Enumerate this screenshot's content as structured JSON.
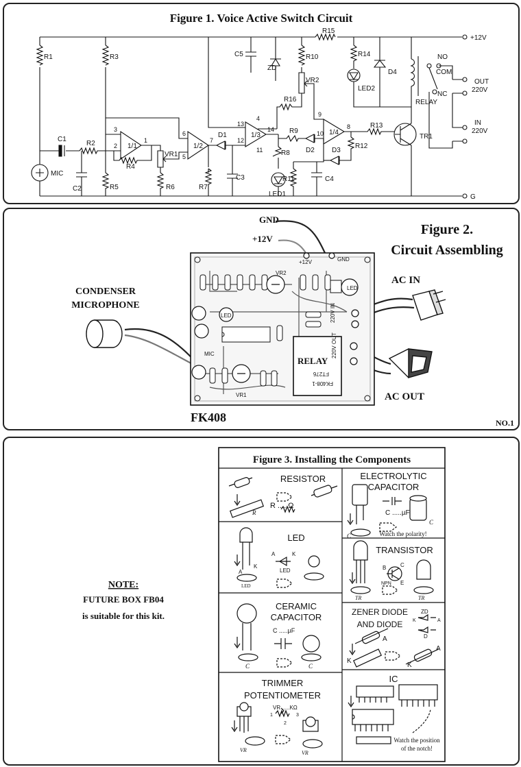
{
  "figure1": {
    "title": "Figure 1. Voice Active Switch Circuit",
    "supply_label": "+12V",
    "ground_label": "G",
    "labels": {
      "r1": "R1",
      "r2": "R2",
      "r3": "R3",
      "r4": "R4",
      "r5": "R5",
      "r6": "R6",
      "r7": "R7",
      "r8": "R8",
      "r9": "R9",
      "r10": "R10",
      "r11": "R11",
      "r12": "R12",
      "r13": "R13",
      "r14": "R14",
      "r15": "R15",
      "r16": "R16",
      "c1": "C1",
      "c2": "C2",
      "c3": "C3",
      "c4": "C4",
      "c5": "C5",
      "d1": "D1",
      "d2": "D2",
      "d3": "D3",
      "d4": "D4",
      "zd": "ZD",
      "vr1": "VR1",
      "vr2": "VR2",
      "led1": "LED1",
      "led2": "LED2",
      "tr1": "TR1",
      "mic": "MIC",
      "relay": "RELAY",
      "no": "NO",
      "com": "COM",
      "nc": "NC",
      "out": "OUT",
      "out_v": "220V",
      "in": "IN",
      "in_v": "220V",
      "ic1": "1/1",
      "ic2": "1/2",
      "ic3": "1/3",
      "ic4": "1/4",
      "pins": [
        "3",
        "2",
        "1",
        "6",
        "5",
        "7",
        "13",
        "12",
        "4",
        "11",
        "14",
        "9",
        "10",
        "8"
      ]
    }
  },
  "figure2": {
    "title_line1": "Figure 2.",
    "title_line2": "Circuit Assembling",
    "gnd": "GND",
    "plus12v": "+12V",
    "mic_line1": "CONDENSER",
    "mic_line2": "MICROPHONE",
    "ac_in": "AC IN",
    "ac_out": "AC OUT",
    "model": "FK408",
    "sheet": "NO.1",
    "board": {
      "relay": "RELAY",
      "vr1": "VR1",
      "vr2": "VR2",
      "led": "LED",
      "mic": "MIC",
      "pad_12v": "+12V",
      "pad_gnd": "GND",
      "in220": "220V IN",
      "out220": "220V OUT",
      "relay_mark1": "FT276",
      "relay_mark2": "FK408-1"
    }
  },
  "figure3": {
    "title": "Figure 3. Installing the Components",
    "resistor": {
      "title": "RESISTOR",
      "formula": "R .....Ω",
      "mark": "R"
    },
    "electrolytic": {
      "title_line1": "ELECTROLYTIC",
      "title_line2": "CAPACITOR",
      "formula": "C .....µF",
      "note": "Watch the polarity!",
      "mark": "C"
    },
    "led": {
      "title": "LED",
      "a": "A",
      "k": "K",
      "sym": "LED",
      "mark": "LED"
    },
    "transistor": {
      "title": "TRANSISTOR",
      "b": "B",
      "c": "C",
      "e": "E",
      "npn": "NPN",
      "mark": "TR"
    },
    "ceramic": {
      "title_line1": "CERAMIC",
      "title_line2": "CAPACITOR",
      "formula": "C .....µF",
      "mark": "C"
    },
    "zener": {
      "title_line1": "ZENER DIODE",
      "title_line2": "AND DIODE",
      "zd": "ZD",
      "d": "D",
      "k": "K",
      "a": "A"
    },
    "trimmer": {
      "title_line1": "TRIMMER",
      "title_line2": "POTENTIOMETER",
      "formula": "VR .....KΩ",
      "pin1": "1",
      "pin2": "2",
      "pin3": "3",
      "mark": "VR"
    },
    "ic": {
      "title": "IC",
      "note_line1": "Watch the position",
      "note_line2": "of the notch!"
    }
  },
  "note": {
    "heading": "NOTE:",
    "line1": "FUTURE BOX FB04",
    "line2": "is suitable for this kit."
  }
}
